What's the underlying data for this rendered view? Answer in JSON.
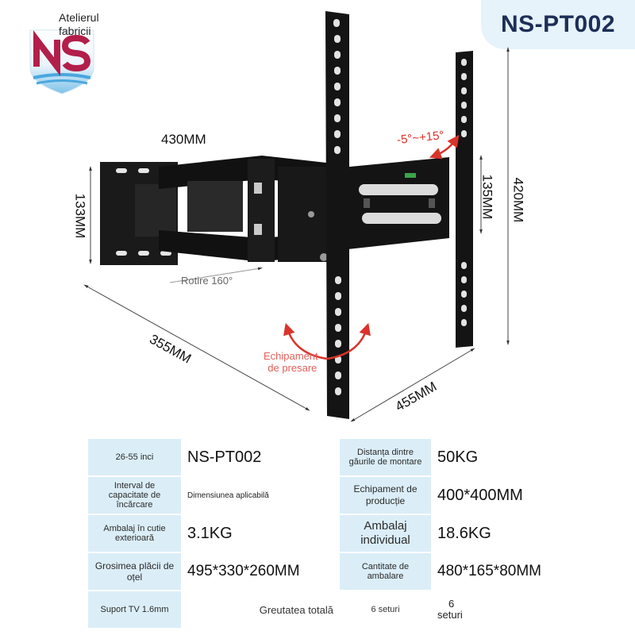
{
  "brand": {
    "line1": "Atelierul",
    "line2": "fabricii"
  },
  "model": "NS-PT002",
  "dimensions": {
    "arm_width": "430MM",
    "arm_height": "133MM",
    "plate_height": "135MM",
    "total_height": "420MM",
    "depth": "355MM",
    "width": "455MM"
  },
  "annotations": {
    "tilt": "-5°~+15°",
    "rotation": "Rotire 160°",
    "level_1": "Echipament",
    "level_2": "de presare"
  },
  "specs": {
    "r1": {
      "l1": "26-55 inci",
      "v1": "NS-PT002",
      "l2": "Distanța dintre găurile de montare",
      "v2": "50KG"
    },
    "r2": {
      "l1": "Interval de capacitate de încărcare",
      "v1": "Dimensiunea aplicabilă",
      "l2": "Echipament de producție",
      "v2": "400*400MM"
    },
    "r3": {
      "l1": "Ambalaj în cutie exterioară",
      "v1": "3.1KG",
      "l2": "Ambalaj individual",
      "v2": "18.6KG"
    },
    "r4": {
      "l1": "Grosimea plăcii de oțel",
      "v1": "495*330*260MM",
      "l2": "Cantitate de ambalare",
      "v2": "480*165*80MM"
    },
    "r5": {
      "l1": "Suport TV 1.6mm",
      "v1": "Greutatea totală",
      "l2": "6 seturi",
      "v2a": "6",
      "v2b": "seturi"
    }
  },
  "colors": {
    "accent": "#1d2e57",
    "label_bg": "#dbeef8",
    "badge_bg": "#e6f3fb",
    "arrow_red": "#d9342b",
    "metal": "#141414"
  },
  "icons": {
    "logo": "ns-shield-logo"
  }
}
